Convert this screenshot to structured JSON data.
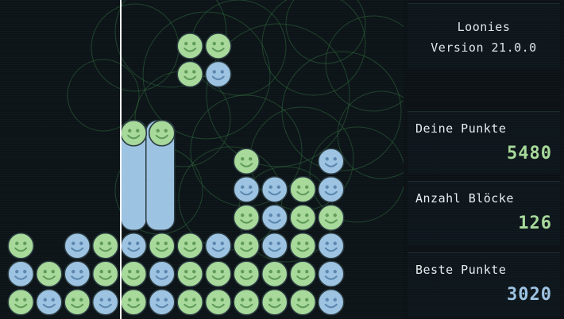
{
  "app": {
    "title": "Loonies",
    "version": "Version 21.0.0"
  },
  "stats": {
    "score_label": "Deine Punkte",
    "score_value": "5480",
    "blocks_label": "Anzahl Blöcke",
    "blocks_value": "126",
    "best_label": "Beste Punkte",
    "best_value": "3020"
  },
  "colors": {
    "green_piece": "#a7d99a",
    "blue_piece": "#9dc3e2",
    "score_green": "#a7d99a",
    "best_blue": "#9dc3e2"
  },
  "board": {
    "columns": 12,
    "rows": 11,
    "bottom_up_rows": [
      [
        "G",
        "B",
        "G",
        "B",
        "G",
        "B",
        "G",
        "G",
        "G",
        "G",
        "G",
        "B"
      ],
      [
        "B",
        "G",
        "B",
        "G",
        "G",
        "B",
        "G",
        "G",
        "G",
        "G",
        "G",
        "B"
      ],
      [
        "G",
        "",
        "B",
        "G",
        "B",
        "G",
        "G",
        "B",
        "G",
        "B",
        "G",
        "B"
      ],
      [
        "",
        "",
        "",
        "",
        "B",
        "",
        "",
        "",
        "G",
        "B",
        "G",
        "G"
      ],
      [
        "",
        "",
        "",
        "",
        "B",
        "",
        "",
        "",
        "B",
        "B",
        "G",
        "B"
      ],
      [
        "",
        "",
        "",
        "",
        "B",
        "",
        "",
        "",
        "G",
        "",
        "",
        "B"
      ],
      [
        "",
        "",
        "",
        "",
        "G",
        "G",
        "",
        "",
        "",
        "",
        "",
        ""
      ]
    ],
    "merged_blue_column": 4,
    "merged_blue_rows_from_bottom": [
      3,
      6
    ]
  },
  "falling_piece": {
    "column": 6,
    "row_from_top": 1,
    "cells": [
      [
        "G",
        "G"
      ],
      [
        "G",
        "B"
      ]
    ]
  }
}
